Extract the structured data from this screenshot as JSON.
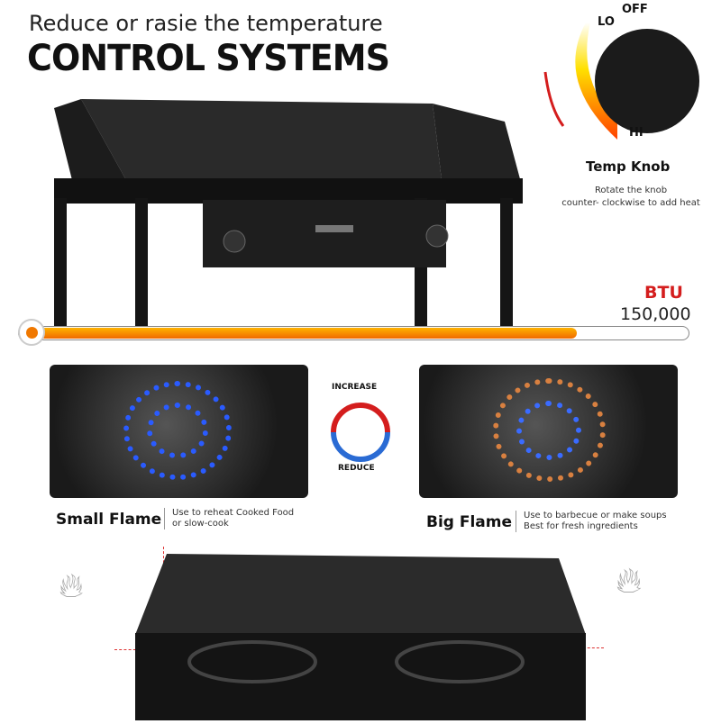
{
  "header": {
    "subtitle": "Reduce or rasie the temperature",
    "title": "CONTROL SYSTEMS"
  },
  "knob": {
    "off": "OFF",
    "lo": "LO",
    "hi": "HI",
    "title": "Temp Knob",
    "desc_line1": "Rotate the knob",
    "desc_line2": "counter- clockwise to add heat"
  },
  "btu": {
    "label": "BTU",
    "value": "150,000",
    "level_percent": 82
  },
  "cycle": {
    "top": "INCREASE",
    "bottom": "REDUCE"
  },
  "small_flame": {
    "title": "Small Flame",
    "desc_line1": "Use to reheat Cooked Food",
    "desc_line2": "or slow-cook"
  },
  "big_flame": {
    "title": "Big Flame",
    "desc_line1": "Use to barbecue or make soups",
    "desc_line2": "Best for fresh ingredients"
  },
  "colors": {
    "accent": "#f07800",
    "red": "#d41d1d",
    "flame_blue": "#2a5bff"
  }
}
